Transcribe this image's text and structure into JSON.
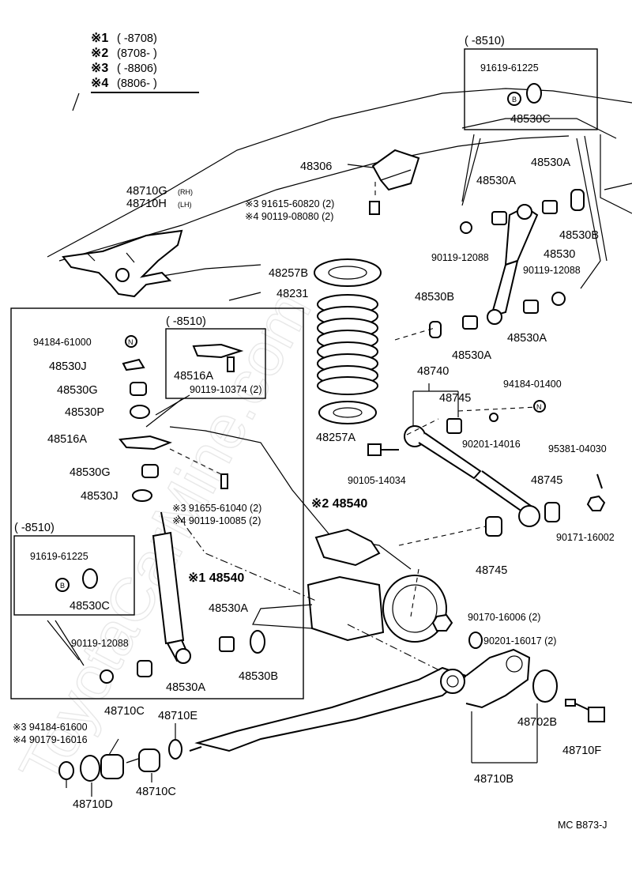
{
  "legend": [
    {
      "mark": "※1",
      "range": "(      -8708)"
    },
    {
      "mark": "※2",
      "range": "(8708-      )"
    },
    {
      "mark": "※3",
      "range": "(      -8806)"
    },
    {
      "mark": "※4",
      "range": "(8806-      )"
    }
  ],
  "watermark": "ToyotaCarMine.com",
  "footer_code": "MC  B873-J",
  "box_top_right": {
    "range": "(      -8510)",
    "part1": "91619-61225",
    "part2": "48530C",
    "badge": "B"
  },
  "box_left_top": {
    "range": "(      -8510)",
    "part1": "48516A",
    "part2": "90119-10374 (2)"
  },
  "box_left_bottom": {
    "range": "(      -8510)",
    "part1": "91619-61225",
    "part2": "48530C",
    "badge": "B"
  },
  "labels": {
    "l48306": "48306",
    "l48710g": "48710G",
    "l48710g_sfx": "(RH)",
    "l48710h": "48710H",
    "l48710h_sfx": "(LH)",
    "l91615": "※3 91615-60820 (2)",
    "l90119_08080": "※4 90119-08080 (2)",
    "l48257b": "48257B",
    "l48231": "48231",
    "l48530a_1": "48530A",
    "l48530a_2": "48530A",
    "l48530b_1": "48530B",
    "l90119_12088_r1": "90119-12088",
    "l48530": "48530",
    "l90119_12088_r2": "90119-12088",
    "l48530b_2": "48530B",
    "l48530a_3": "48530A",
    "l48530a_4": "48530A",
    "l48740": "48740",
    "l48745_1": "48745",
    "l94184_01400": "94184-01400",
    "l90201_14016": "90201-14016",
    "l48257a": "48257A",
    "l90105_14034": "90105-14034",
    "l95381": "95381-04030",
    "l48745_2": "48745",
    "l90171": "90171-16002",
    "l48745_3": "48745",
    "l94184_61000": "94184-61000",
    "l48530j_1": "48530J",
    "l48530g_1": "48530G",
    "l48530p": "48530P",
    "l48516a": "48516A",
    "l48530g_2": "48530G",
    "l48530j_2": "48530J",
    "l91655": "※3  91655-61040 (2)",
    "l90119_10085": "※4  90119-10085 (2)",
    "l48540_2": "※2 48540",
    "l48540_1": "※1 48540",
    "l48530a_5": "48530A",
    "l48530b_3": "48530B",
    "l90119_12088_l": "90119-12088",
    "l48530a_6": "48530A",
    "l90170": "90170-16006 (2)",
    "l90201_16017": "90201-16017 (2)",
    "l48702b": "48702B",
    "l48710f": "48710F",
    "l48710b": "48710B",
    "l94184_61600": "※3 94184-61600",
    "l90179_16016": "※4 90179-16016",
    "l48710c_1": "48710C",
    "l48710e": "48710E",
    "l48710d": "48710D",
    "l48710c_2": "48710C",
    "badge_n1": "N",
    "badge_n2": "N"
  }
}
